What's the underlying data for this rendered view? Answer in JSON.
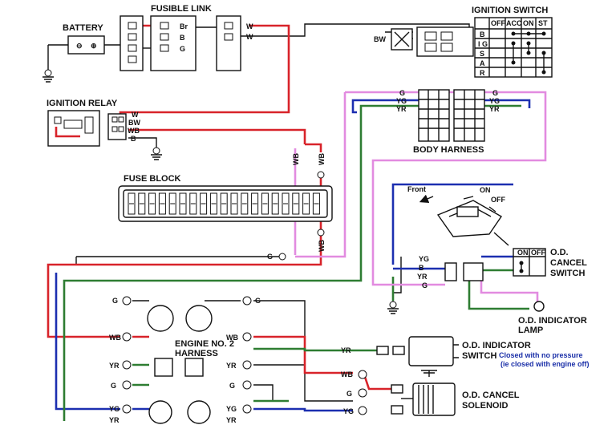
{
  "components": {
    "battery": "BATTERY",
    "fusible_link": "FUSIBLE LINK",
    "ignition_switch": "IGNITION SWITCH",
    "ignition_relay": "IGNITION RELAY",
    "body_harness": "BODY HARNESS",
    "fuse_block": "FUSE BLOCK",
    "engine_harness_line1": "ENGINE NO. 2",
    "engine_harness_line2": "HARNESS",
    "od_cancel_switch_line1": "O.D.",
    "od_cancel_switch_line2": "CANCEL",
    "od_cancel_switch_line3": "SWITCH",
    "od_indicator_lamp_line1": "O.D. INDICATOR",
    "od_indicator_lamp_line2": "LAMP",
    "od_indicator_switch_line1": "O.D. INDICATOR",
    "od_indicator_switch_line2": "SWITCH",
    "od_cancel_solenoid_line1": "O.D. CANCEL",
    "od_cancel_solenoid_line2": "SOLENOID"
  },
  "notes": {
    "closed_line1": "Closed with no pressure",
    "closed_line2": "(ie closed with engine off)"
  },
  "ignition_switch_table": {
    "columns": [
      "OFF",
      "ACC",
      "ON",
      "ST"
    ],
    "rows": [
      "B",
      "I G",
      "S",
      "A",
      "R"
    ]
  },
  "switch_labels": {
    "front": "Front",
    "on": "ON",
    "off": "OFF",
    "cancel_on": "ON",
    "cancel_off": "OFF"
  },
  "wire_codes": {
    "br": "Br",
    "b": "B",
    "g": "G",
    "w": "W",
    "bw": "BW",
    "wb": "WB",
    "yg": "YG",
    "yr": "YR"
  },
  "colors": {
    "red_wire": "#d8232a",
    "blue_wire": "#1c2fb0",
    "green_wire": "#2e7d32",
    "pink_wire": "#e28be0",
    "black_wire": "#111111",
    "note_text": "#1a2fa8"
  }
}
